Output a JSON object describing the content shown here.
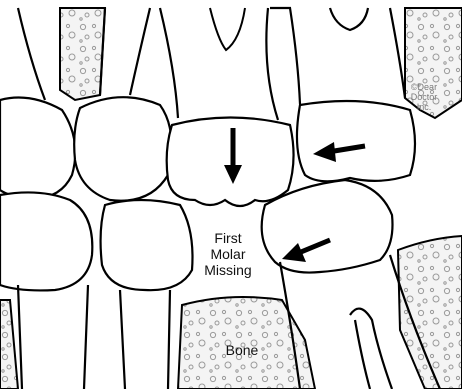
{
  "labels": {
    "gap_line1": "First",
    "gap_line2": "Molar",
    "gap_line3": "Missing",
    "bone": "Bone"
  },
  "copyright": {
    "line1": "©Dear",
    "line2": "Doctor",
    "line3": "Inc."
  },
  "colors": {
    "outline": "#000000",
    "tooth_fill": "#ffffff",
    "bone_fill": "#f2f2f2",
    "bone_texture": "#9a9a9a",
    "arrow": "#000000",
    "copyright_text": "#7a7a7a"
  }
}
